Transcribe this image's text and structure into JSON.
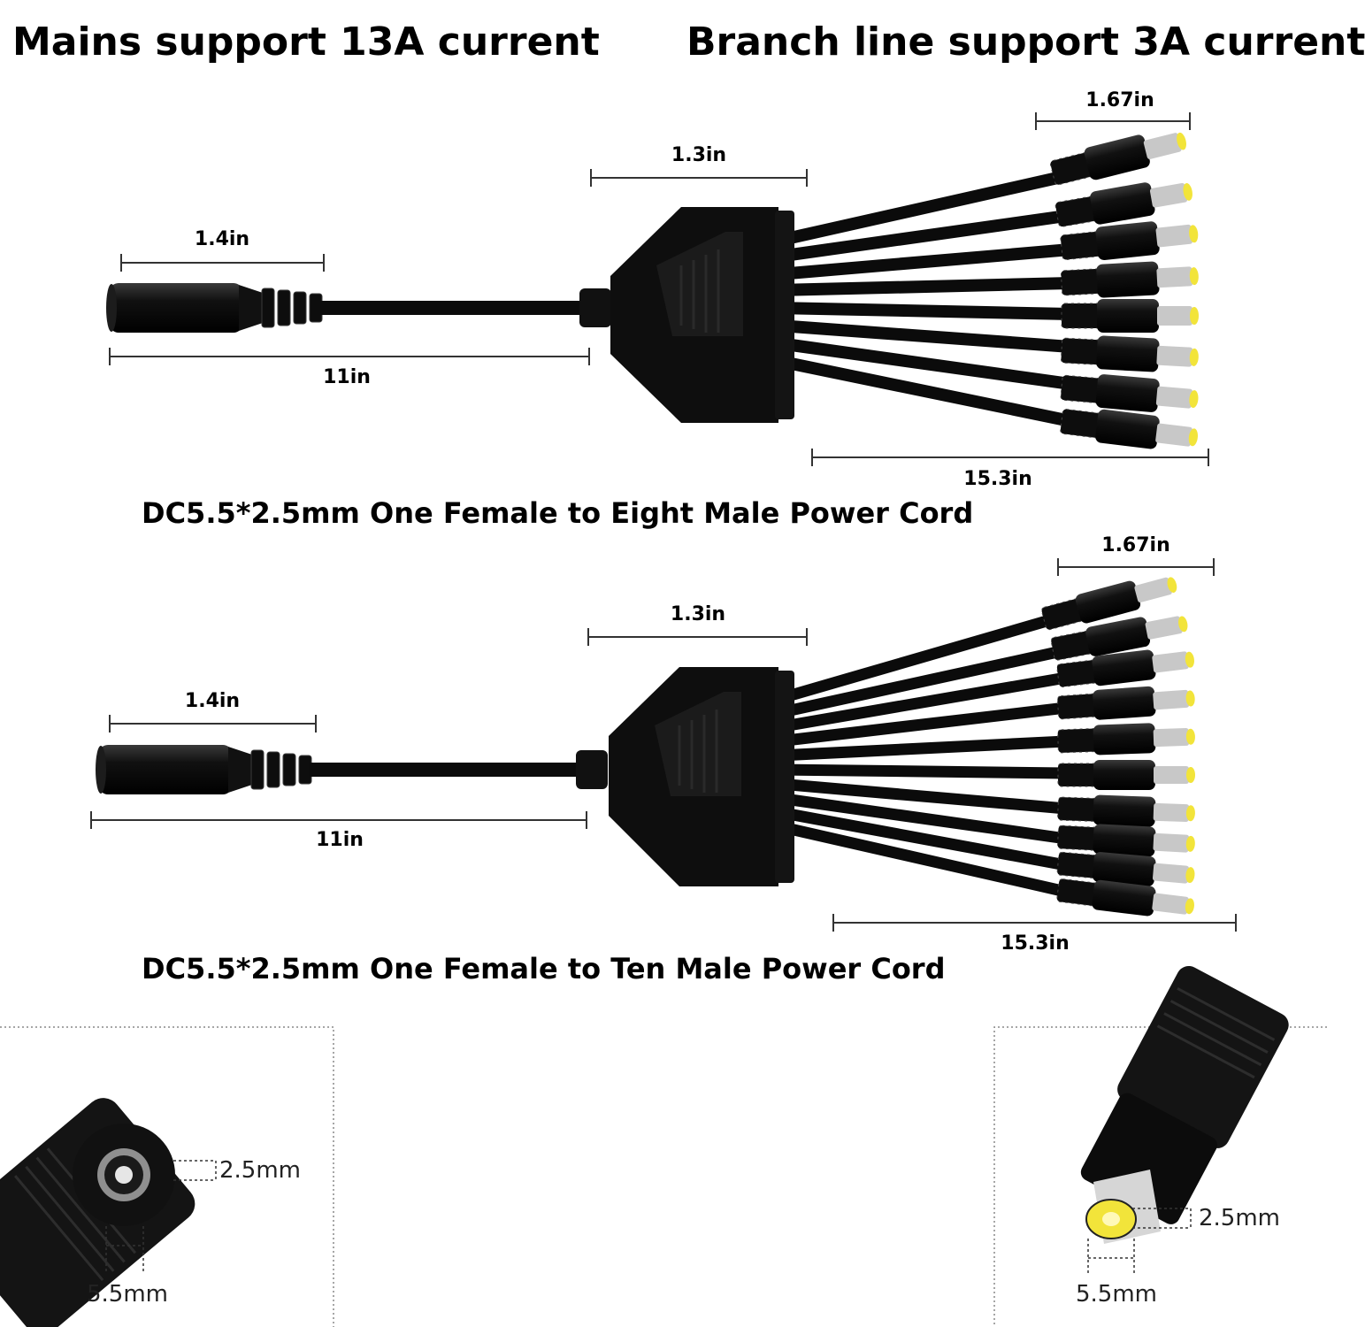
{
  "headers": {
    "mains": "Mains support 13A current",
    "branch": "Branch line support 3A current"
  },
  "cables": [
    {
      "caption": "DC5.5*2.5mm One Female to Eight Male Power Cord",
      "male_count": 8,
      "dims": {
        "female_plug": "1.4in",
        "mains_length": "11in",
        "hub": "1.3in",
        "male_plug": "1.67in",
        "branch_length": "15.3in"
      }
    },
    {
      "caption": "DC5.5*2.5mm One Female to Ten Male Power Cord",
      "male_count": 10,
      "dims": {
        "female_plug": "1.4in",
        "mains_length": "11in",
        "hub": "1.3in",
        "male_plug": "1.67in",
        "branch_length": "15.3in"
      }
    }
  ],
  "details": {
    "female": {
      "inner": "2.5mm",
      "outer": "5.5mm"
    },
    "male": {
      "inner": "2.5mm",
      "outer": "5.5mm"
    }
  },
  "colors": {
    "cable": "#0b0b0b",
    "tip": "#f2e43a",
    "dim_line": "#333333"
  }
}
